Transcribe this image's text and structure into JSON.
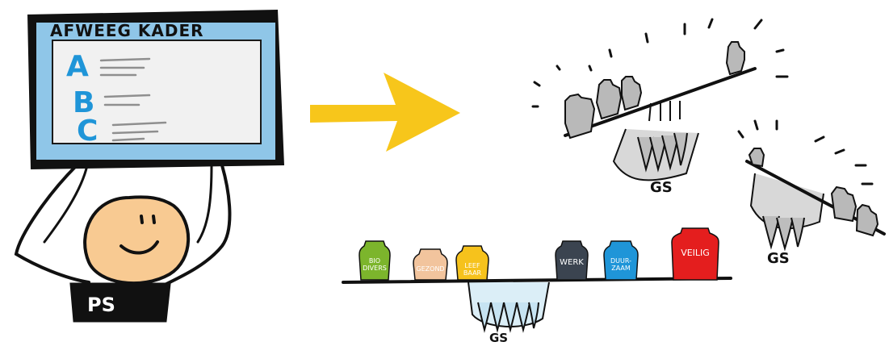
{
  "board": {
    "title": "AFWEEG KADER",
    "letters": [
      "A",
      "B",
      "C"
    ]
  },
  "person": {
    "shirt_text": "PS"
  },
  "arrow": {
    "color": "#f7c61b"
  },
  "scales": {
    "balanced": {
      "label": "GS",
      "jars": [
        {
          "label": "BIO DIVERS",
          "color": "#7cb52c",
          "text_color": "#ffffff"
        },
        {
          "label": "GEZOND",
          "color": "#f2c49d",
          "text_color": "#ffffff"
        },
        {
          "label": "LEEF BAAR",
          "color": "#f6c21c",
          "text_color": "#ffffff"
        },
        {
          "label": "WERK",
          "color": "#3b4450",
          "text_color": "#ffffff"
        },
        {
          "label": "DUUR-ZAAM",
          "color": "#1f95d8",
          "text_color": "#ffffff"
        },
        {
          "label": "VEILIG",
          "color": "#e41e1e",
          "text_color": "#ffffff"
        }
      ]
    },
    "tilted_top": {
      "label": "GS"
    },
    "tilted_right": {
      "label": "GS"
    }
  }
}
